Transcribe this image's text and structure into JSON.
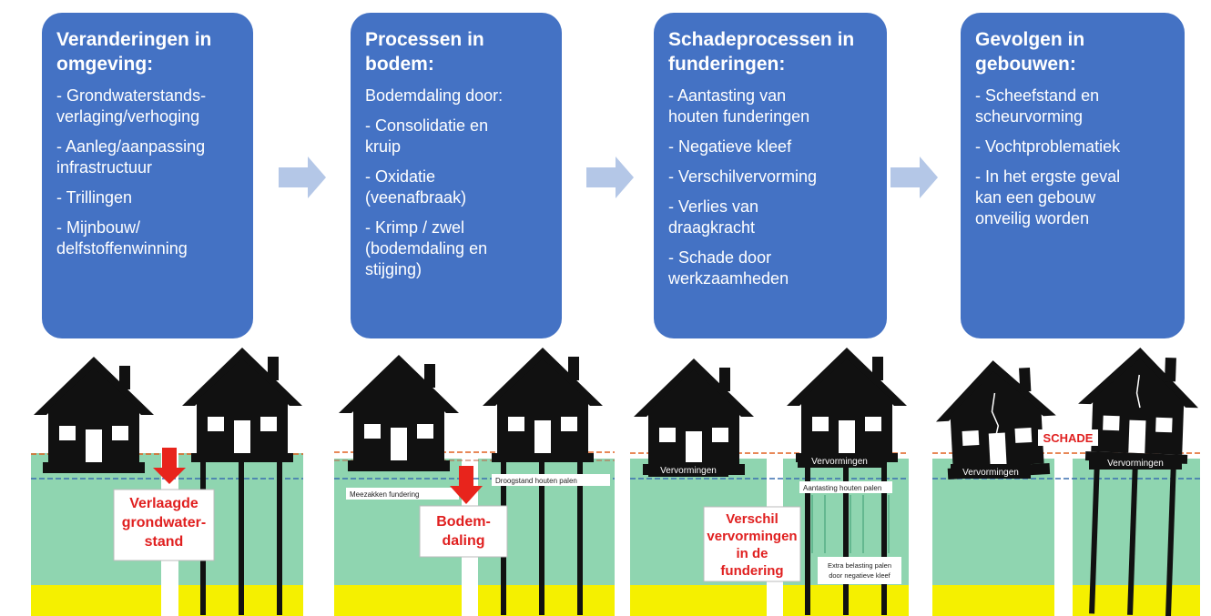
{
  "boxes": [
    {
      "title": "Veranderingen in\nomgeving:",
      "items": [
        "- Grondwaterstands-\nverlaging/verhoging",
        "- Aanleg/aanpassing\ninfrastructuur",
        "- Trillingen",
        "- Mijnbouw/\ndelfstoffenwinning"
      ]
    },
    {
      "title": "Processen in\nbodem:",
      "items": [
        "Bodemdaling door:",
        "- Consolidatie en\nkruip",
        "- Oxidatie\n(veenafbraak)",
        "- Krimp / zwel\n(bodemdaling en\nstijging)"
      ]
    },
    {
      "title": "Schadeprocessen in\nfunderingen:",
      "items": [
        "- Aantasting van\nhouten funderingen",
        "- Negatieve kleef",
        "- Verschilvervorming",
        "- Verlies van\ndraagkracht",
        " - Schade door\nwerkzaamheden"
      ]
    },
    {
      "title": "Gevolgen in\ngebouwen:",
      "items": [
        "- Scheefstand en\nscheurvorming",
        "- Vochtproblematiek",
        "- In het ergste geval\nkan een gebouw\nonveilig worden"
      ]
    }
  ],
  "panel1": {
    "callout": [
      "Verlaagde",
      "grondwater-",
      "stand"
    ]
  },
  "panel2": {
    "callout": [
      "Bodem-",
      "daling"
    ],
    "label_left": "Meezakken fundering",
    "label_right": "Droogstand houten palen"
  },
  "panel3": {
    "callout": [
      "Verschil",
      "vervormingen",
      "in de",
      "fundering"
    ],
    "deform_left": "Vervormingen",
    "deform_right": "Vervormingen",
    "label_rot": "Aantasting houten palen",
    "label_load": [
      "Extra belasting palen",
      "door negatieve kleef"
    ]
  },
  "panel4": {
    "damage": "SCHADE",
    "deform_left": "Vervormingen",
    "deform_right": "Vervormingen"
  },
  "colors": {
    "box": "#4472c4",
    "arrow": "#b4c7e7",
    "soil": "#8fd5b0",
    "sand": "#f5f000",
    "callout_text": "#e02020",
    "red_arrow": "#e8241c",
    "house": "#111111"
  }
}
